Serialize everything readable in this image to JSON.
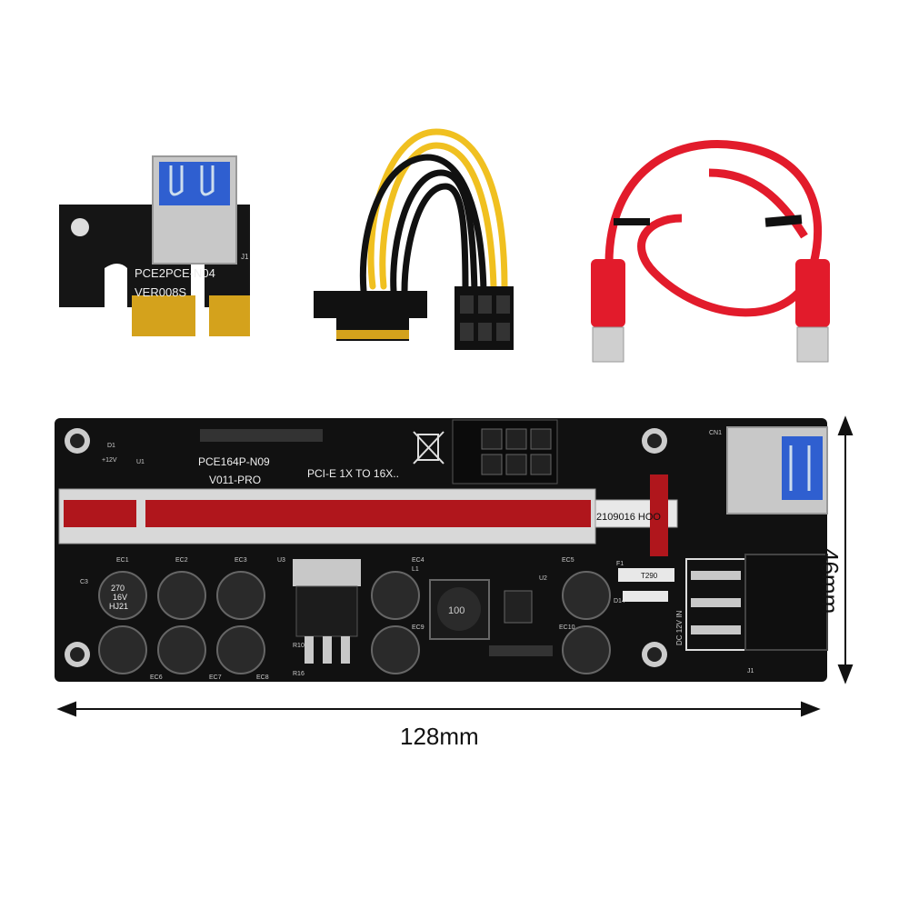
{
  "small_board": {
    "model": "PCE2PCE-N04",
    "version": "VER008S",
    "ref": "J1"
  },
  "main_board": {
    "model": "PCE164P-N09",
    "version": "V011-PRO",
    "description": "PCI-E 1X TO 16X..",
    "serial": "2109016  HOO",
    "inductor_label": "100",
    "power_input_label": "DC 12V IN",
    "fuse_label": "T290",
    "voltage_label": "+12V",
    "refs": {
      "cn1": "CN1",
      "u1": "U1",
      "u2": "U2",
      "u3": "U3",
      "d1": "D1",
      "c3": "C3",
      "l1": "L1",
      "f1": "F1",
      "d14": "D14",
      "j1": "J1",
      "r10": "R10",
      "r16": "R16",
      "ec1": "EC1",
      "ec2": "EC2",
      "ec3": "EC3",
      "ec4": "EC4",
      "ec5": "EC5",
      "ec6": "EC6",
      "ec7": "EC7",
      "ec8": "EC8",
      "ec9": "EC9",
      "ec10": "EC10"
    },
    "capacitor_text": [
      "270",
      "16V",
      "HJ21"
    ]
  },
  "dimensions": {
    "width_label": "128mm",
    "height_label": "46mm"
  },
  "colors": {
    "pcb": "#111111",
    "slot_red": "#b0161c",
    "cable_red": "#e21b2b",
    "usb_blue": "#2f5fd0",
    "gold": "#d4a21c",
    "wire_yellow": "#f0c020"
  }
}
